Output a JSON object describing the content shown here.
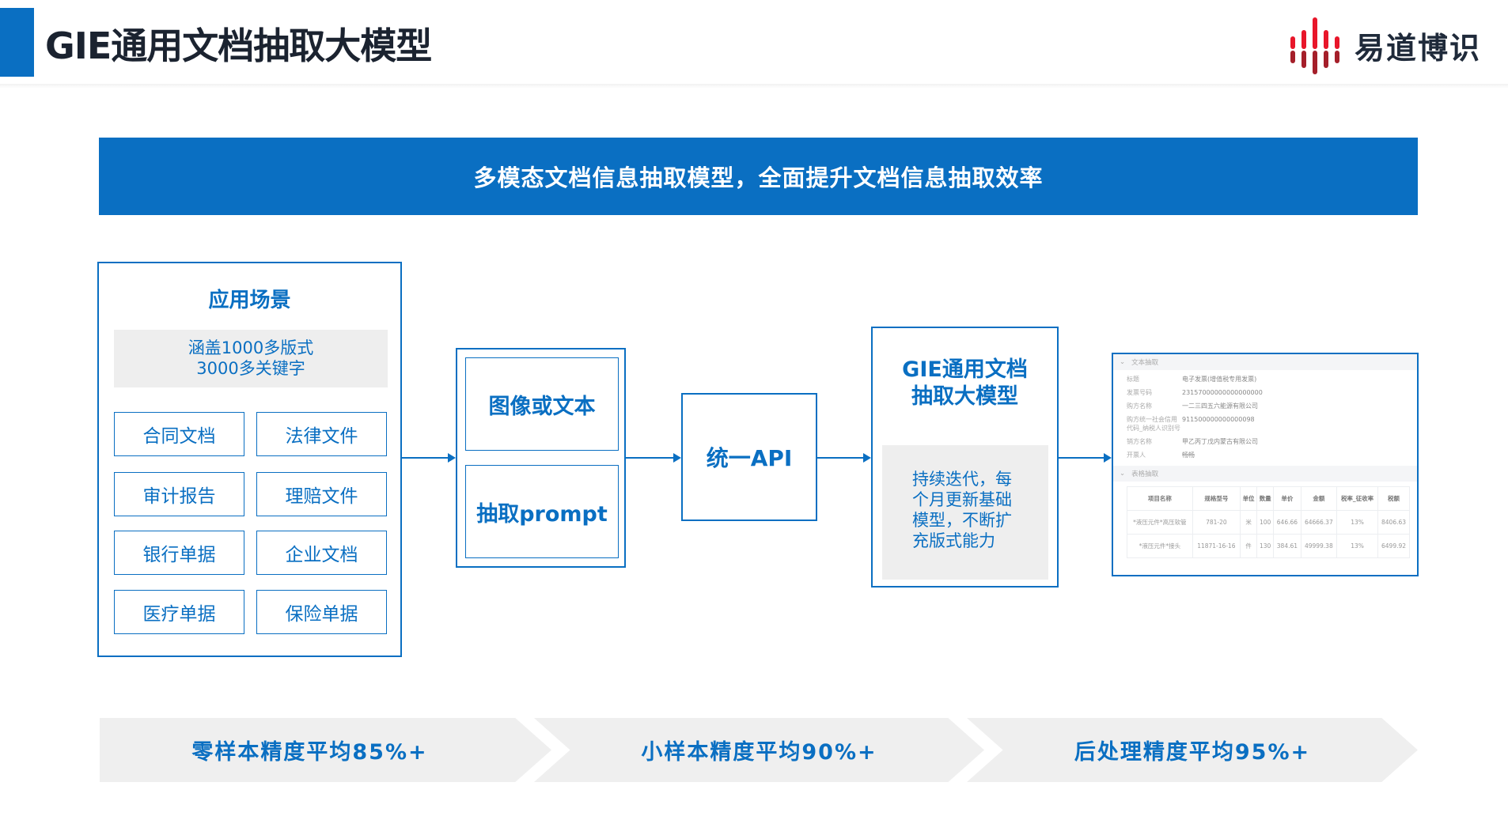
{
  "header": {
    "title": "GIE通用文档抽取大模型",
    "logo_text": "易道博识",
    "accent": "#0a6fc2"
  },
  "banner": {
    "text": "多模态文档信息抽取模型，全面提升文档信息抽取效率"
  },
  "scenarios": {
    "title": "应用场景",
    "coverage_line1": "涵盖1000多版式",
    "coverage_line2": "3000多关键字",
    "items": [
      "合同文档",
      "法律文件",
      "审计报告",
      "理赔文件",
      "银行单据",
      "企业文档",
      "医疗单据",
      "保险单据"
    ]
  },
  "inputs": {
    "image_or_text": "图像或文本",
    "prompt": "抽取prompt"
  },
  "api": {
    "label": "统一API"
  },
  "model": {
    "title_line1": "GIE通用文档",
    "title_line2": "抽取大模型",
    "description": "持续迭代，每个月更新基础模型，不断扩充版式能力"
  },
  "result": {
    "text_section": "文本抽取",
    "fields": [
      {
        "key": "标题",
        "value": "电子发票(增值税专用发票)"
      },
      {
        "key": "发票号码",
        "value": "23157000000000000000"
      },
      {
        "key": "购方名称",
        "value": "一二三四五六能源有限公司"
      },
      {
        "key": "购方统一社会信用代码_纳税人识别号",
        "value": "911500000000000098"
      },
      {
        "key": "销方名称",
        "value": "甲乙丙丁戊内蒙古有限公司"
      },
      {
        "key": "开票人",
        "value": "畅畅"
      }
    ],
    "table_section": "表格抽取",
    "columns": [
      "项目名称",
      "规格型号",
      "单位",
      "数量",
      "单价",
      "金额",
      "税率_征收率",
      "税额"
    ],
    "rows": [
      [
        "*液压元件*高压软管",
        "781-20",
        "米",
        "100",
        "646.66",
        "64666.37",
        "13%",
        "8406.63"
      ],
      [
        "*液压元件*接头",
        "11871-16-16",
        "件",
        "130",
        "384.61",
        "49999.38",
        "13%",
        "6499.92"
      ]
    ]
  },
  "metrics": [
    "零样本精度平均85%+",
    "小样本精度平均90%+",
    "后处理精度平均95%+"
  ]
}
